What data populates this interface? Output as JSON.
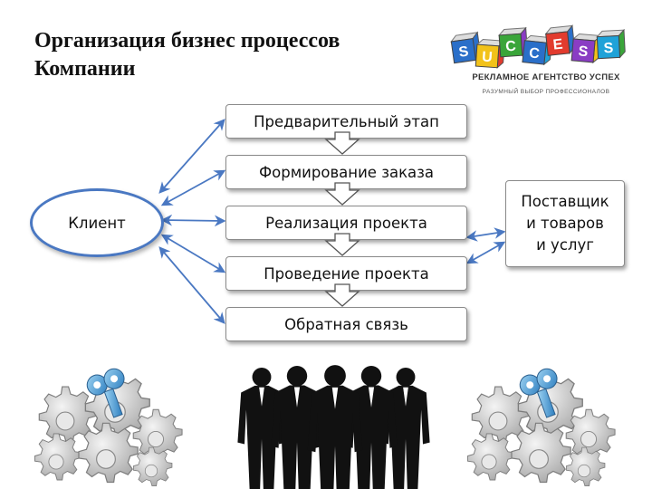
{
  "title": "Организация бизнес процессов Компании",
  "logo": {
    "letters": [
      "S",
      "U",
      "C",
      "C",
      "E",
      "S",
      "S"
    ],
    "caption": "РЕКЛАМНОЕ АГЕНТСТВО УСПЕХ",
    "subcaption": "РАЗУМНЫЙ ВЫБОР ПРОФЕССИОНАЛОВ",
    "colors": [
      "#2a6fc9",
      "#f2c21a",
      "#3aa53a",
      "#2a6fc9",
      "#e23b2e",
      "#8a3cc4",
      "#1fa2d8"
    ]
  },
  "steps": [
    {
      "label": "Предварительный этап"
    },
    {
      "label": "Формирование заказа"
    },
    {
      "label": "Реализация проекта"
    },
    {
      "label": "Проведение проекта"
    },
    {
      "label": "Обратная связь"
    }
  ],
  "client": {
    "label": "Клиент"
  },
  "supplier": {
    "lines": [
      "Поставщик",
      "и товаров",
      "и услуг"
    ]
  },
  "colors": {
    "arrow": "#4a78c2",
    "border": "#8a8a8a",
    "accent": "#4a78c2"
  },
  "icons": [
    "gears-key-icon",
    "businessmen-silhouettes-icon",
    "gears-key-icon"
  ]
}
